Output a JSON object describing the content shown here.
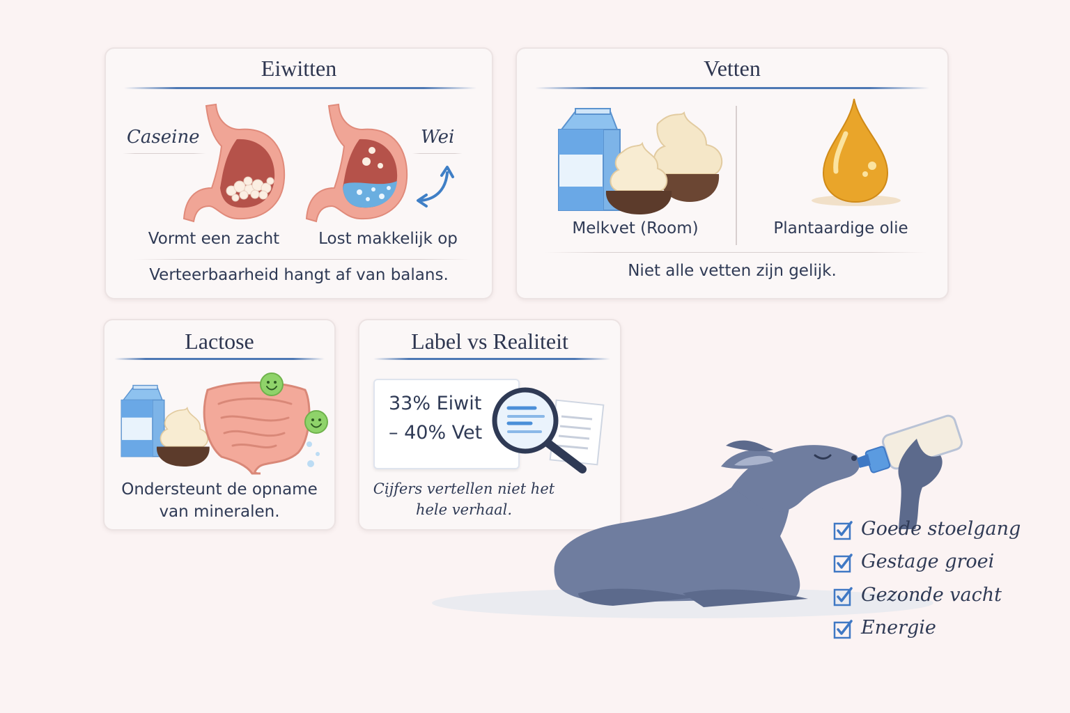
{
  "eiwitten": {
    "title": "Eiwitten",
    "casein_label": "Caseine",
    "whey_label": "Wei",
    "casein_caption": "Vormt een zacht",
    "whey_caption": "Lost makkelijk op",
    "footer": "Verteerbaarheid hangt af van balans."
  },
  "vetten": {
    "title": "Vetten",
    "milkfat_caption": "Melkvet (Room)",
    "oil_caption": "Plantaardige olie",
    "footer": "Niet alle vetten zijn gelijk."
  },
  "lactose": {
    "title": "Lactose",
    "caption_line1": "Ondersteunt de opname",
    "caption_line2": "van mineralen."
  },
  "label_vs_realiteit": {
    "title": "Label vs Realiteit",
    "line1": "33% Eiwit",
    "line2": "– 40% Vet",
    "caption_line1": "Cijfers vertellen niet het",
    "caption_line2": "hele verhaal."
  },
  "checklist": [
    {
      "label": "Goede stoelgang"
    },
    {
      "label": "Gestage groei"
    },
    {
      "label": "Gezonde vacht"
    },
    {
      "label": "Energie"
    }
  ],
  "colors": {
    "accent_blue": "#4d78b4",
    "stomach_pink": "#f0a596",
    "stomach_inner": "#b5524a",
    "whey_blue": "#6aaee0",
    "oil_gold": "#e9a52a",
    "cream": "#f3e3c2",
    "chocolate": "#6b4633",
    "animal_grey": "#6f7d9f",
    "check_blue": "#3f78c4"
  },
  "icons": {
    "casein_stomach": "stomach-curds-icon",
    "whey_stomach": "stomach-liquid-icon",
    "milk_carton": "milk-carton-icon",
    "cream": "cream-cup-icon",
    "oil_drop": "oil-drop-icon",
    "intestine": "intestine-icon",
    "magnifier": "magnifying-glass-icon",
    "animal": "kid-goat-drinking-icon",
    "check": "checkbox-checked-icon"
  }
}
